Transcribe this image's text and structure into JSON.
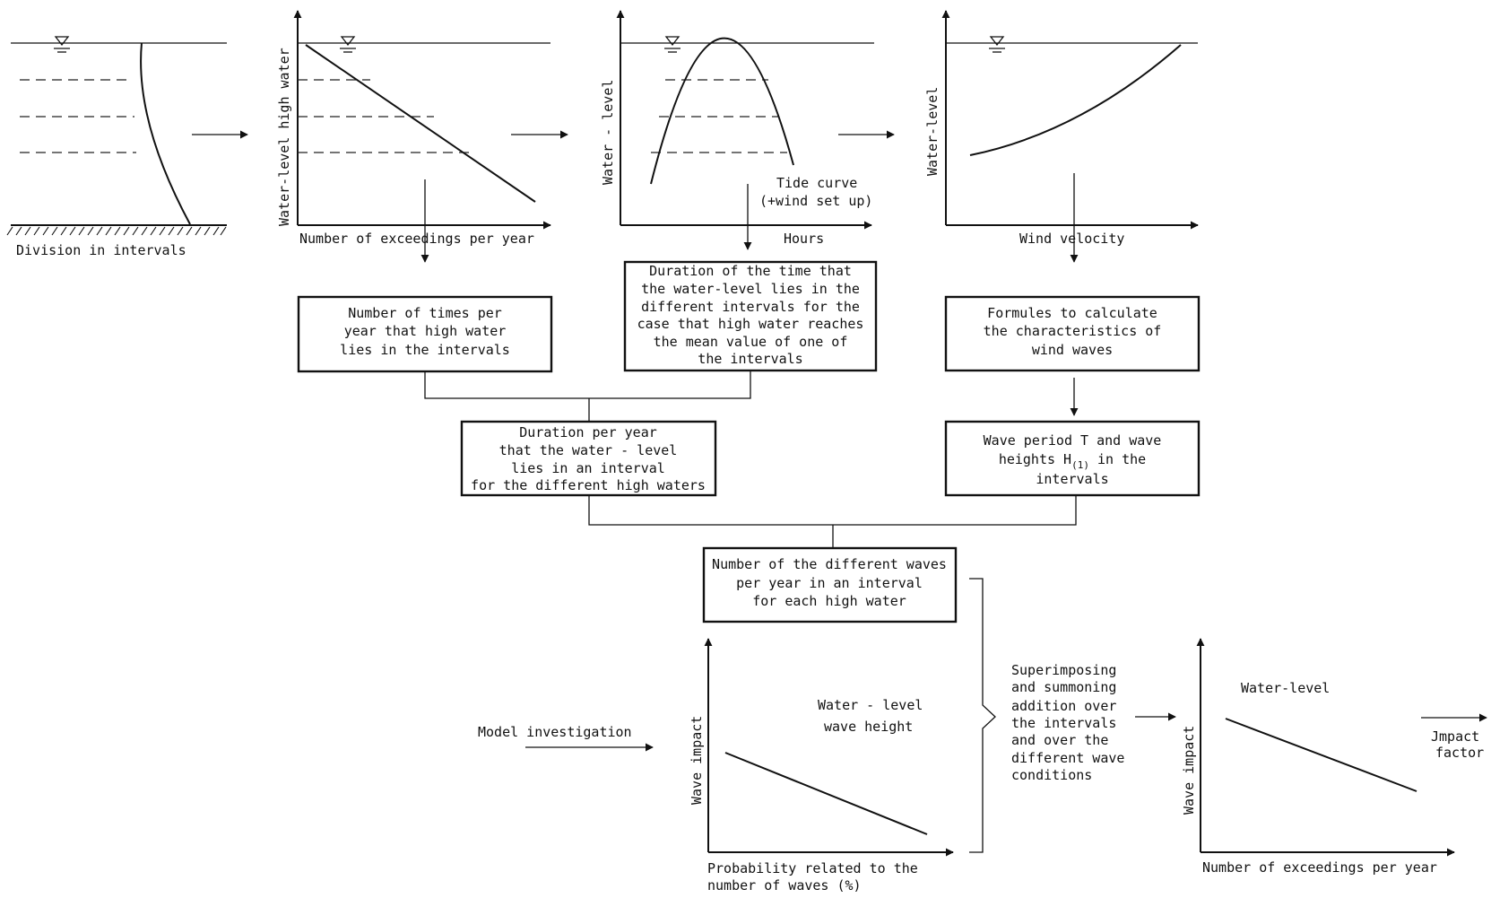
{
  "panel1": {
    "xlabel": "Division in intervals"
  },
  "panel2": {
    "ylabel": "Water-level high water",
    "xlabel": "Number of exceedings per year"
  },
  "panel3": {
    "ylabel": "Water - level",
    "xlabel": "Hours",
    "curve_label_1": "Tide curve",
    "curve_label_2": "(+wind set up)"
  },
  "panel4": {
    "ylabel": "Water-level",
    "xlabel": "Wind velocity"
  },
  "box1": {
    "lines": [
      "Number of times per",
      "year that high water",
      "lies in the intervals"
    ]
  },
  "box2": {
    "lines": [
      "Duration of the time that",
      "the water-level lies in the",
      "different intervals for the",
      "case that high water reaches",
      "the mean value of one of",
      "the intervals"
    ]
  },
  "box3": {
    "lines": [
      "Formules to calculate",
      "the characteristics of",
      "wind waves"
    ]
  },
  "box4": {
    "lines": [
      "Duration per year",
      "that the water - level",
      "lies in an interval",
      "for the different high waters"
    ]
  },
  "box5": {
    "line1": "Wave period T and wave",
    "line2_pre": "heights H",
    "line2_sub": "(1)",
    "line2_post": " in the",
    "line3": "intervals"
  },
  "box6": {
    "lines": [
      "Number of the different waves",
      "per year in an interval",
      "for each high water"
    ]
  },
  "model": {
    "label": "Model investigation"
  },
  "panel5": {
    "ylabel": "Wave impact",
    "label_1": "Water - level",
    "label_2": "wave height",
    "xlabel_1": "Probability related to the",
    "xlabel_2": "number of waves (%)"
  },
  "superimpose": {
    "lines": [
      "Superimposing",
      "and summoning",
      "addition over",
      "the intervals",
      "and over the",
      "different wave",
      "conditions"
    ]
  },
  "panel6": {
    "ylabel": "Wave impact",
    "label": "Water-level",
    "xlabel": "Number of exceedings per year"
  },
  "impact": {
    "line1": "Jmpact",
    "line2": "factor"
  }
}
